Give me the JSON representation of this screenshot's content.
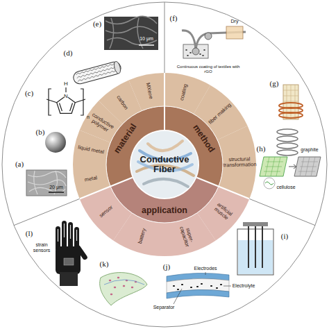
{
  "diagram": {
    "nodes": [
      {
        "text": [
          "Conductive Fiber"
        ]
      },
      {
        "text": [
          "material"
        ]
      },
      {
        "text": [
          "method"
        ]
      },
      {
        "text": [
          "application"
        ]
      },
      {
        "text": [
          "metal"
        ]
      },
      {
        "text": [
          "liquid metal"
        ]
      },
      {
        "text": [
          "conductive polymer"
        ]
      },
      {
        "text": [
          "carbon"
        ]
      },
      {
        "text": [
          "MXene"
        ]
      },
      {
        "text": [
          "coating"
        ]
      },
      {
        "text": [
          "fiber making"
        ]
      },
      {
        "text": [
          "structural transformation"
        ]
      },
      {
        "text": [
          "artificial muscle"
        ]
      },
      {
        "text": [
          "super-capacitor"
        ]
      },
      {
        "text": [
          "battery"
        ]
      },
      {
        "text": [
          "sensor"
        ]
      }
    ],
    "labels": [
      "(a)",
      "20 μm",
      "(b)",
      "(c)",
      "H",
      "N",
      "n",
      "(d)",
      "(e)",
      "10 μm",
      "(f)",
      "Dry",
      "Continuous coating of textiles with rGO",
      "(g)",
      "(h)",
      "graphite",
      "cellulose",
      "(i)",
      "(j)",
      "Electrodes",
      "Electrolyte",
      "Separator",
      "(k)",
      "(l)",
      "strain sensors"
    ]
  }
}
